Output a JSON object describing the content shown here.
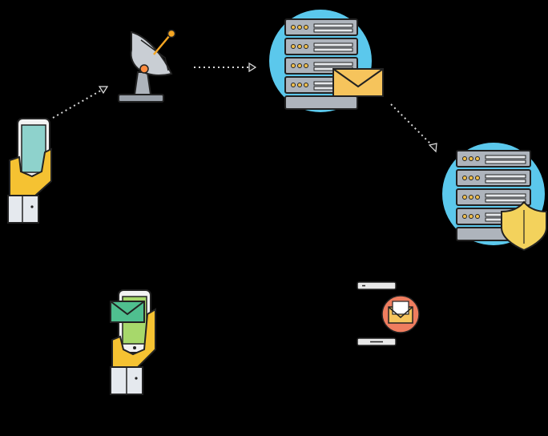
{
  "diagram": {
    "nodes": [
      {
        "id": "sender-phone",
        "icon": "hand-holding-phone-icon"
      },
      {
        "id": "satellite-dish",
        "icon": "satellite-dish-icon"
      },
      {
        "id": "mail-server",
        "icon": "server-with-envelope-icon"
      },
      {
        "id": "secure-server",
        "icon": "server-with-shield-icon"
      },
      {
        "id": "receiving-device",
        "icon": "device-with-mail-icon"
      },
      {
        "id": "receiver-phone",
        "icon": "hand-holding-phone-with-envelope-icon"
      }
    ],
    "edges": [
      {
        "from": "sender-phone",
        "to": "satellite-dish",
        "style": "dotted-arrow"
      },
      {
        "from": "satellite-dish",
        "to": "mail-server",
        "style": "dotted-arrow"
      },
      {
        "from": "mail-server",
        "to": "secure-server",
        "style": "dotted-arrow"
      }
    ]
  },
  "colors": {
    "background": "#000000",
    "circle": "#5bc8ec",
    "server_body": "#aeb4bc",
    "server_slot": "#e7e9ec",
    "phone_screen": "#8ed2cc",
    "hand": "#f5c232",
    "envelope": "#f6c45c",
    "shield": "#f3d25c",
    "mail_badge": "#ef7d5f",
    "envelope_green": "#4fbf8f",
    "sleeve": "#e5e9ee"
  }
}
